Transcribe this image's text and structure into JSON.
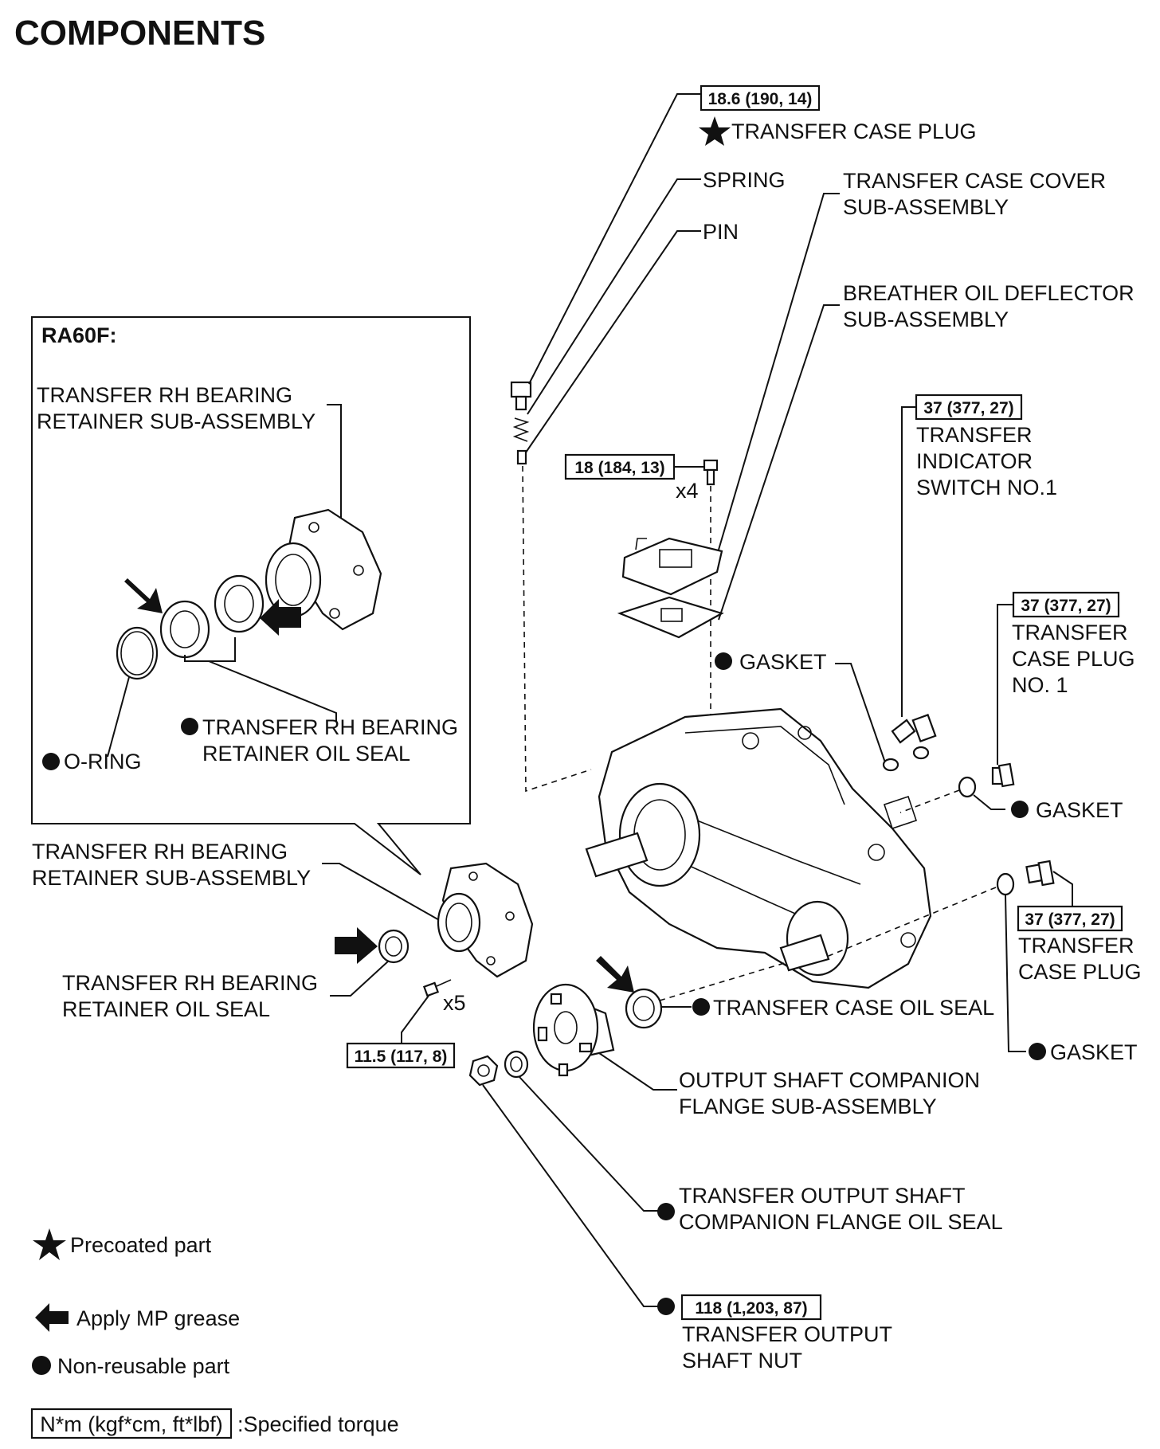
{
  "title": "COMPONENTS",
  "inset": {
    "heading": "RA60F:"
  },
  "labels": {
    "transfer_case_plug_top": "TRANSFER CASE PLUG",
    "spring": "SPRING",
    "pin": "PIN",
    "cover_1": "TRANSFER CASE COVER",
    "cover_2": "SUB-ASSEMBLY",
    "breather_1": "BREATHER OIL DEFLECTOR",
    "breather_2": "SUB-ASSEMBLY",
    "indicator_1": "TRANSFER",
    "indicator_2": "INDICATOR",
    "indicator_3": "SWITCH NO.1",
    "plug_no1_1": "TRANSFER",
    "plug_no1_2": "CASE PLUG",
    "plug_no1_3": "NO. 1",
    "gasket_a": "GASKET",
    "gasket_b": "GASKET",
    "gasket_c": "GASKET",
    "plug_lower_1": "TRANSFER",
    "plug_lower_2": "CASE PLUG",
    "case_oil_seal": "TRANSFER CASE OIL SEAL",
    "flange_1": "OUTPUT SHAFT COMPANION",
    "flange_2": "FLANGE SUB-ASSEMBLY",
    "flange_seal_1": "TRANSFER OUTPUT SHAFT",
    "flange_seal_2": "COMPANION FLANGE OIL SEAL",
    "nut_1": "TRANSFER OUTPUT",
    "nut_2": "SHAFT NUT",
    "rh_retainer_1": "TRANSFER RH BEARING",
    "rh_retainer_2": "RETAINER SUB-ASSEMBLY",
    "rh_seal_1": "TRANSFER RH BEARING",
    "rh_seal_2": "RETAINER OIL SEAL",
    "inset_retainer_1": "TRANSFER RH BEARING",
    "inset_retainer_2": "RETAINER SUB-ASSEMBLY",
    "inset_seal_1": "TRANSFER RH BEARING",
    "inset_seal_2": "RETAINER OIL SEAL",
    "inset_oring": "O-RING",
    "x4": "x4",
    "x5": "x5"
  },
  "torques": {
    "plug_top": "18.6 (190, 14)",
    "cover_bolt": "18 (184, 13)",
    "indicator": "37 (377, 27)",
    "plug_no1": "37 (377, 27)",
    "plug_lower": "37 (377, 27)",
    "retainer_bolt": "11.5 (117, 8)",
    "nut": "118 (1,203, 87)"
  },
  "legend": {
    "precoated": "Precoated part",
    "grease": "Apply MP grease",
    "nonreusable": "Non-reusable part",
    "torque_box": "N*m (kgf*cm, ft*lbf)",
    "torque_text": ":Specified torque"
  }
}
